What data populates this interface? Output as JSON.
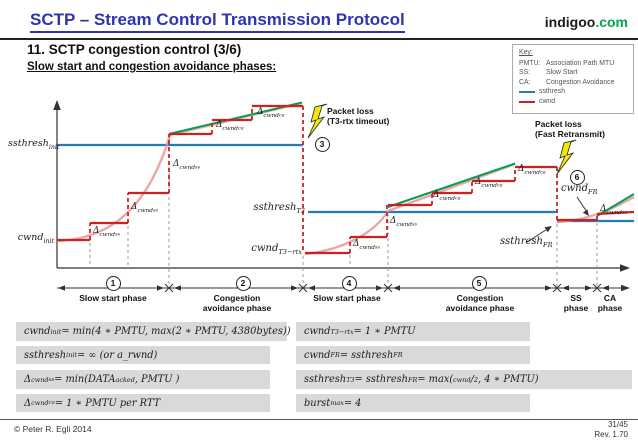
{
  "header": {
    "title": "SCTP – Stream Control Transmission Protocol",
    "brand_name": "indigoo",
    "brand_tld": ".com"
  },
  "slide": {
    "heading": "11. SCTP congestion control (3/6)",
    "subheading": "Slow start and congestion avoidance phases:"
  },
  "key": {
    "title": "Key:",
    "abbrevs": [
      {
        "abbr": "PMTU:",
        "desc": "Association Path MTU"
      },
      {
        "abbr": "SS:",
        "desc": "Slow Start"
      },
      {
        "abbr": "CA:",
        "desc": "Congestion Avoidance"
      }
    ],
    "lines": [
      {
        "label": "ssthresh",
        "color": "#2878BE"
      },
      {
        "label": "cwnd",
        "color": "#CC2222"
      }
    ]
  },
  "diagram": {
    "colors": {
      "ssthresh_line": "#2878BE",
      "cwnd_line": "#CC2222",
      "ca_growth_line": "#00A050",
      "smooth_curve": "#E89090",
      "lightning": "#F2E70A"
    },
    "labels": {
      "ssthresh_init": [
        {
          "t": "ssthresh"
        },
        {
          "s": "init"
        }
      ],
      "cwnd_init": [
        {
          "t": "cwnd"
        },
        {
          "s": "init"
        }
      ],
      "delta_cwnd_ss": [
        {
          "t": "Δ"
        },
        {
          "s": "cwnd"
        },
        {
          "ss": "ss"
        }
      ],
      "delta_cwnd_ca": [
        {
          "t": "Δ"
        },
        {
          "s": "cwnd"
        },
        {
          "ss": "ca"
        }
      ],
      "ssthresh_T3": [
        {
          "t": "ssthresh"
        },
        {
          "s": "T3"
        }
      ],
      "cwnd_T3_rtx": [
        {
          "t": "cwnd"
        },
        {
          "s": "T3−rtx"
        }
      ],
      "cwnd_FR": [
        {
          "t": "cwnd"
        },
        {
          "s": "FR"
        }
      ],
      "ssthresh_FR": [
        {
          "t": "ssthresh"
        },
        {
          "s": "FR"
        }
      ]
    },
    "events": {
      "t3": {
        "line1": "Packet loss",
        "line2": "(T3-rtx timeout)"
      },
      "fr": {
        "line1": "Packet loss",
        "line2": "(Fast Retransmit)"
      }
    },
    "markers": {
      "m1": "1",
      "m2": "2",
      "m3": "3",
      "m4": "4",
      "m5": "5",
      "m6": "6"
    },
    "phases": [
      {
        "label1": "Slow start phase",
        "label2": ""
      },
      {
        "label1": "Congestion",
        "label2": "avoidance phase"
      },
      {
        "label1": "Slow start phase",
        "label2": ""
      },
      {
        "label1": "Congestion",
        "label2": "avoidance phase"
      },
      {
        "label1": "SS",
        "label2": "phase"
      },
      {
        "label1": "CA",
        "label2": "phase"
      }
    ]
  },
  "formulas": {
    "left": [
      {
        "segs": [
          {
            "t": "cwnd"
          },
          {
            "s": "init"
          },
          {
            "t": " = min(4 ∗ PMTU, max(2 ∗ PMTU, 4380bytes))"
          }
        ]
      },
      {
        "segs": [
          {
            "t": "ssthresh"
          },
          {
            "s": "init"
          },
          {
            "t": " = ∞ (or a_rwnd)"
          }
        ]
      },
      {
        "segs": [
          {
            "t": "Δ"
          },
          {
            "s": "cwnd"
          },
          {
            "ss": "ss"
          },
          {
            "t": " = min(DATA"
          },
          {
            "s": "acked"
          },
          {
            "t": ", PMTU )"
          }
        ]
      },
      {
        "segs": [
          {
            "t": "Δ"
          },
          {
            "s": "cwnd"
          },
          {
            "ss": "ca"
          },
          {
            "t": " = 1 ∗ PMTU per RTT"
          }
        ]
      }
    ],
    "right": [
      {
        "segs": [
          {
            "t": "cwnd"
          },
          {
            "s": "T3−rtx"
          },
          {
            "t": " = 1 ∗ PMTU"
          }
        ]
      },
      {
        "segs": [
          {
            "t": "cwnd"
          },
          {
            "s": "FR"
          },
          {
            "t": " = ssthresh"
          },
          {
            "s": "FR"
          }
        ]
      },
      {
        "segs": [
          {
            "t": "ssthresh"
          },
          {
            "s": "T3"
          },
          {
            "t": " = ssthresh"
          },
          {
            "s": "FR"
          },
          {
            "t": " = max("
          },
          {
            "p": "cwnd"
          },
          {
            "t": "∕"
          },
          {
            "s": "2"
          },
          {
            "t": " , 4 ∗ PMTU)"
          }
        ]
      },
      {
        "segs": [
          {
            "t": "burst"
          },
          {
            "s": "max"
          },
          {
            "t": " = 4"
          }
        ]
      }
    ]
  },
  "footer": {
    "copyright": "© Peter R. Egli 2014",
    "page": "31/45",
    "revision": "Rev. 1.70"
  }
}
